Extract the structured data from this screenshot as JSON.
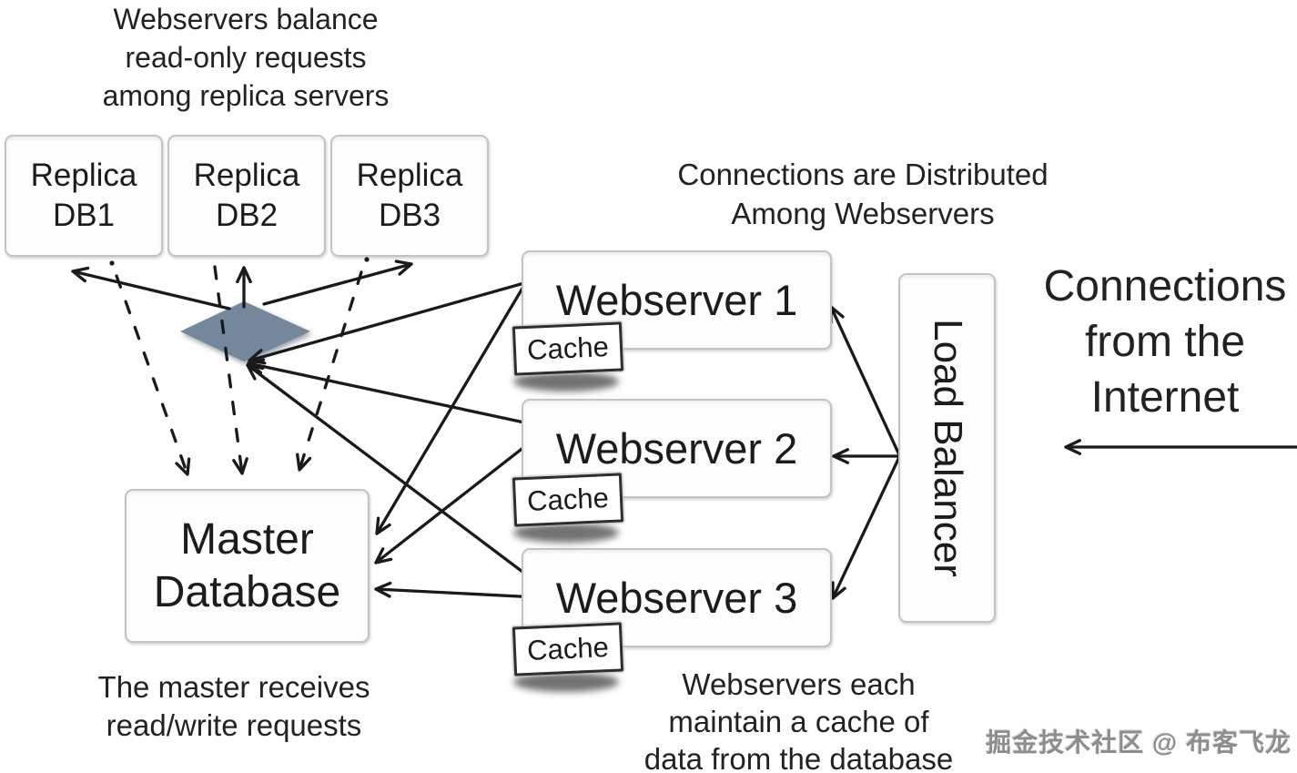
{
  "diagram": {
    "annotations": {
      "replicas_note": {
        "line1": "Webservers balance",
        "line2": "read-only requests",
        "line3": "among replica servers"
      },
      "distribution_note": {
        "line1": "Connections are Distributed",
        "line2": "Among Webservers"
      },
      "internet_note": {
        "line1": "Connections",
        "line2": "from the",
        "line3": "Internet"
      },
      "master_note": {
        "line1": "The master receives",
        "line2": "read/write requests"
      },
      "cache_note": {
        "line1": "Webservers each",
        "line2": "maintain a cache of",
        "line3": "data from the database"
      }
    },
    "nodes": {
      "replica1": {
        "line1": "Replica",
        "line2": "DB1"
      },
      "replica2": {
        "line1": "Replica",
        "line2": "DB2"
      },
      "replica3": {
        "line1": "Replica",
        "line2": "DB3"
      },
      "master": {
        "line1": "Master",
        "line2": "Database"
      },
      "webserver1": {
        "label": "Webserver 1",
        "cache": "Cache"
      },
      "webserver2": {
        "label": "Webserver 2",
        "cache": "Cache"
      },
      "webserver3": {
        "label": "Webserver 3",
        "cache": "Cache"
      },
      "load_balancer": {
        "label": "Load Balancer"
      }
    },
    "watermark": "掘金技术社区 @ 布客飞龙",
    "colors": {
      "diamond_fill": "#75879B",
      "line": "#1a1a1a",
      "box_border": "#c3c3c3",
      "cache_border": "#2e2e2e",
      "watermark": "#8d8d8d",
      "background": "#ffffff"
    }
  }
}
